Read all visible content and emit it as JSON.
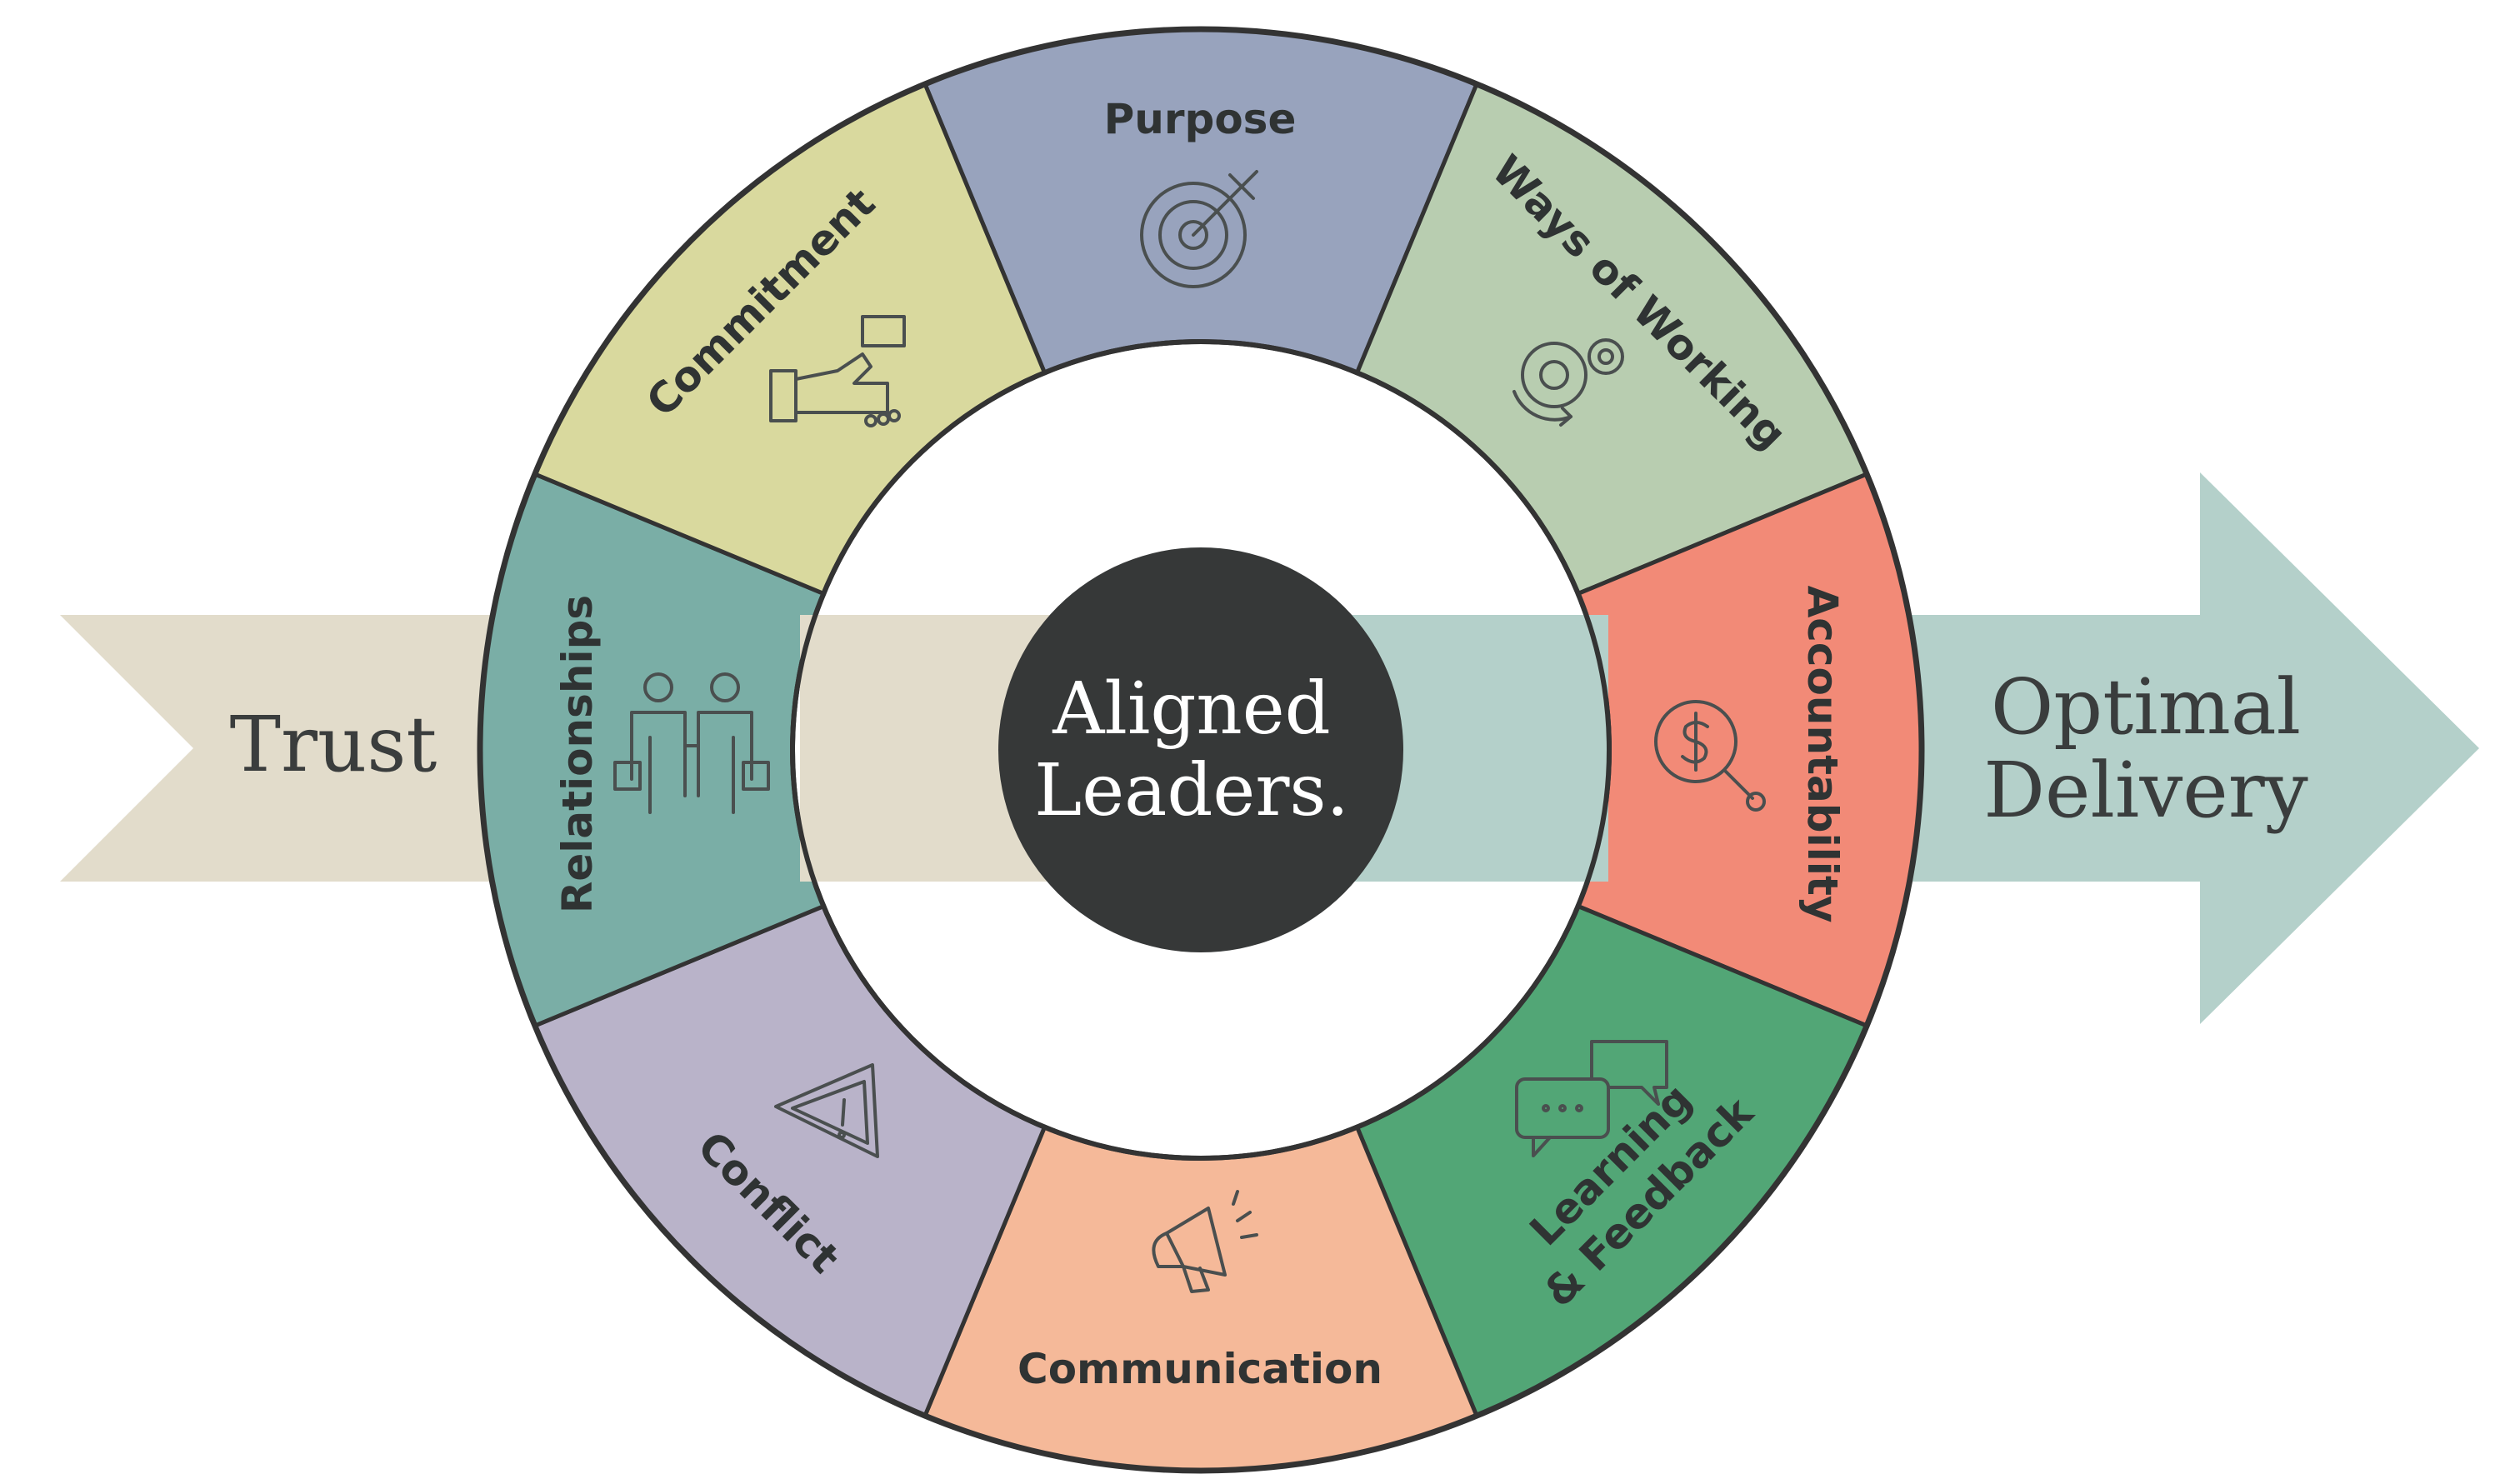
{
  "left_label": "Trust",
  "right_label": {
    "line1": "Optimal",
    "line2": "Delivery"
  },
  "center": {
    "line1": "Aligned",
    "line2": "Leaders."
  },
  "segments": [
    {
      "label": "Purpose",
      "color": "#98a3bd",
      "icon": "target-icon"
    },
    {
      "label": "Ways of Working",
      "color": "#b8cdb0",
      "icon": "gears-icon"
    },
    {
      "label": "Accountability",
      "color": "#f28a77",
      "icon": "dollar-search-icon"
    },
    {
      "label": "Learning & Feedback",
      "color": "#52a676",
      "icon": "chat-bubbles-icon"
    },
    {
      "label": "Communication",
      "color": "#f5b999",
      "icon": "megaphone-icon"
    },
    {
      "label": "Conflict",
      "color": "#b9b3c9",
      "icon": "warning-icon"
    },
    {
      "label": "Relationships",
      "color": "#7aaea6",
      "icon": "two-people-icon"
    },
    {
      "label": "Commitment",
      "color": "#d9d99e",
      "icon": "handshake-icon"
    }
  ],
  "colors": {
    "trust_arrow": "#e2dccb",
    "delivery_arrow": "#b4d0ca",
    "center_circle": "#363838",
    "outline": "#333333"
  }
}
